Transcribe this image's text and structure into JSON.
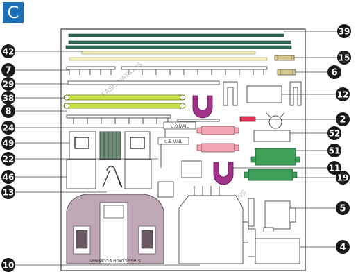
{
  "corner_label": "C",
  "colors": {
    "badge_fill": "#1a1a1a",
    "badge_text": "#ffffff",
    "corner_badge": "#1d70b8",
    "sprue_frame": "#555555",
    "dark_green": "#2f6b55",
    "light_yellow": "#f2f0b8",
    "lime": "#c8e04a",
    "magenta": "#a3338a",
    "pink": "#f2a6b4",
    "green": "#3fa05a",
    "mauve": "#b89aac",
    "tan": "#d8c98a"
  },
  "part_callouts": [
    {
      "number": "39",
      "name": "dark-green-long-rails"
    },
    {
      "number": "42",
      "name": "yellow-rail"
    },
    {
      "number": "15",
      "name": "lanterns-upper"
    },
    {
      "number": "7",
      "name": "roof-railing"
    },
    {
      "number": "6",
      "name": "lanterns-lower"
    },
    {
      "number": "29",
      "name": "white-rail"
    },
    {
      "number": "38",
      "name": "lime-bars"
    },
    {
      "number": "12",
      "name": "brackets-right"
    },
    {
      "number": "8",
      "name": "lower-railing"
    },
    {
      "number": "2",
      "name": "red-part"
    },
    {
      "number": "24",
      "name": "mail-sign-left"
    },
    {
      "number": "52",
      "name": "white-plate"
    },
    {
      "number": "49",
      "name": "door-panels"
    },
    {
      "number": "51",
      "name": "green-seat-upper"
    },
    {
      "number": "22",
      "name": "mail-sign-right"
    },
    {
      "number": "11",
      "name": "magenta-bracket-lower"
    },
    {
      "number": "46",
      "name": "left-panel"
    },
    {
      "number": "19",
      "name": "green-seat-lower"
    },
    {
      "number": "13",
      "name": "hook-part"
    },
    {
      "number": "5",
      "name": "right-box-upper"
    },
    {
      "number": "4",
      "name": "right-box-lower"
    },
    {
      "number": "10",
      "name": "coach-body"
    }
  ],
  "sign_texts": {
    "mail1": "U.S.MAIL",
    "mail2": "U.S.MAIL"
  },
  "coach_text": "STAGE  COACH  &  COMPANY",
  "watermarks": [
    "FASCINATIONS",
    "FASCINATIONS"
  ]
}
